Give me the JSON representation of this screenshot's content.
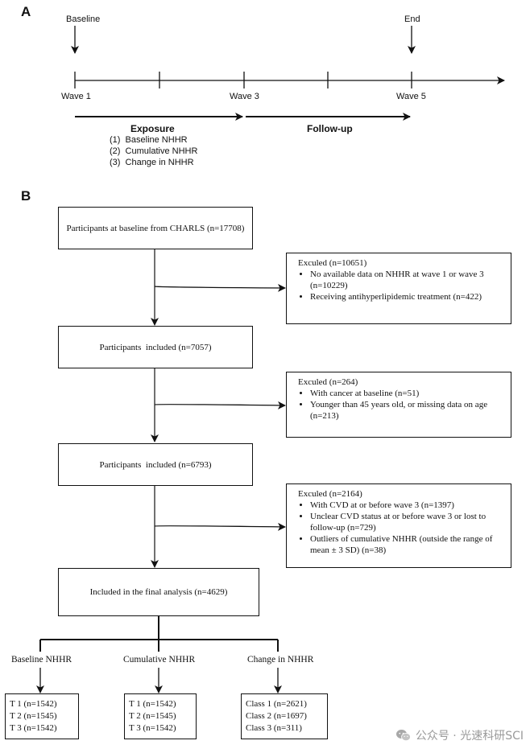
{
  "panel_a": {
    "letter": "A",
    "baseline_label": "Baseline",
    "end_label": "End",
    "waves": [
      "Wave 1",
      "Wave 3",
      "Wave 5"
    ],
    "exposure_label": "Exposure",
    "followup_label": "Follow-up",
    "exposure_items": [
      "(1)  Baseline NHHR",
      "(2)  Cumulative NHHR",
      "(3)  Change in NHHR"
    ]
  },
  "panel_b": {
    "letter": "B",
    "steps": [
      "Participants at baseline from CHARLS (n=17708)",
      "Participants  included (n=7057)",
      "Participants  included (n=6793)",
      "Included in the final analysis (n=4629)"
    ],
    "exclusions": [
      {
        "head": "Exculed (n=10651)",
        "items": [
          "No available data on NHHR at wave 1 or wave 3 (n=10229)",
          "Receiving antihyperlipidemic treatment (n=422)"
        ]
      },
      {
        "head": "Exculed (n=264)",
        "items": [
          "With cancer at baseline (n=51)",
          "Younger than 45 years old, or missing data on age (n=213)"
        ]
      },
      {
        "head": "Exculed (n=2164)",
        "items": [
          "With CVD at or before wave 3 (n=1397)",
          "Unclear CVD status at or before wave 3 or lost to follow-up (n=729)",
          "Outliers of cumulative NHHR (outside the range of mean ± 3 SD) (n=38)"
        ]
      }
    ],
    "groups": [
      {
        "name": "Baseline NHHR",
        "lines": [
          "T 1 (n=1542)",
          "T 2 (n=1545)",
          "T 3 (n=1542)"
        ]
      },
      {
        "name": "Cumulative NHHR",
        "lines": [
          "T 1 (n=1542)",
          "T 2 (n=1545)",
          "T 3 (n=1542)"
        ]
      },
      {
        "name": "Change in NHHR",
        "lines": [
          "Class 1 (n=2621)",
          "Class 2 (n=1697)",
          "Class 3 (n=311)"
        ]
      }
    ]
  },
  "watermark": {
    "text": "公众号 · 光速科研SCI",
    "icon": "wechat-icon"
  }
}
